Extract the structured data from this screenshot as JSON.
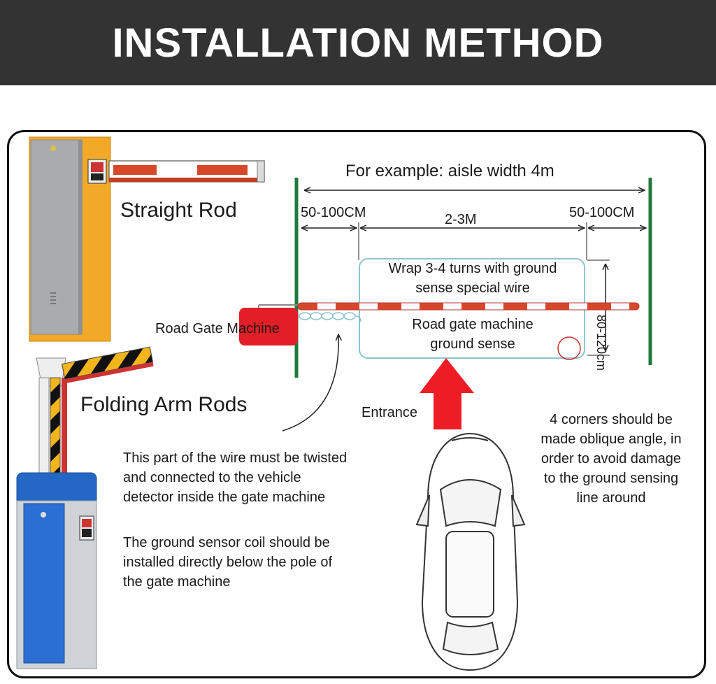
{
  "header": {
    "title": "INSTALLATION METHOD"
  },
  "labels": {
    "straight_rod": "Straight Rod",
    "folding_arm": "Folding Arm Rods",
    "road_gate_machine": "Road Gate Machine",
    "aisle_width": "For example: aisle width 4m",
    "left_margin": "50-100CM",
    "middle_span": "2-3M",
    "right_margin": "50-100CM",
    "wrap_line1": "Wrap 3-4 turns with ground",
    "wrap_line2": "sense special wire",
    "loop_line1": "Road gate machine",
    "loop_line2": "ground sense",
    "depth": "80-120cm",
    "entrance": "Entrance"
  },
  "notes": {
    "twist": [
      "This part of the wire must be twisted",
      "and connected to the vehicle",
      "detector inside the gate machine"
    ],
    "coil": [
      "The ground sensor coil should be",
      "installed directly below the pole of",
      "the gate machine"
    ],
    "corners": [
      "4 corners should be",
      "made oblique angle, in",
      "order to avoid damage",
      "to the ground sensing",
      "line around"
    ]
  },
  "colors": {
    "header_bg": "#333333",
    "barrier_red": "#d7472a",
    "gate_orange": "#f2a928",
    "gate_gray": "#a9abae",
    "cabinet_blue": "#2467c5",
    "post_green": "#1e7a3c",
    "loop_blue": "#8cc4cf",
    "arrow_red": "#ee1c24",
    "machine_red": "#e41e26"
  }
}
